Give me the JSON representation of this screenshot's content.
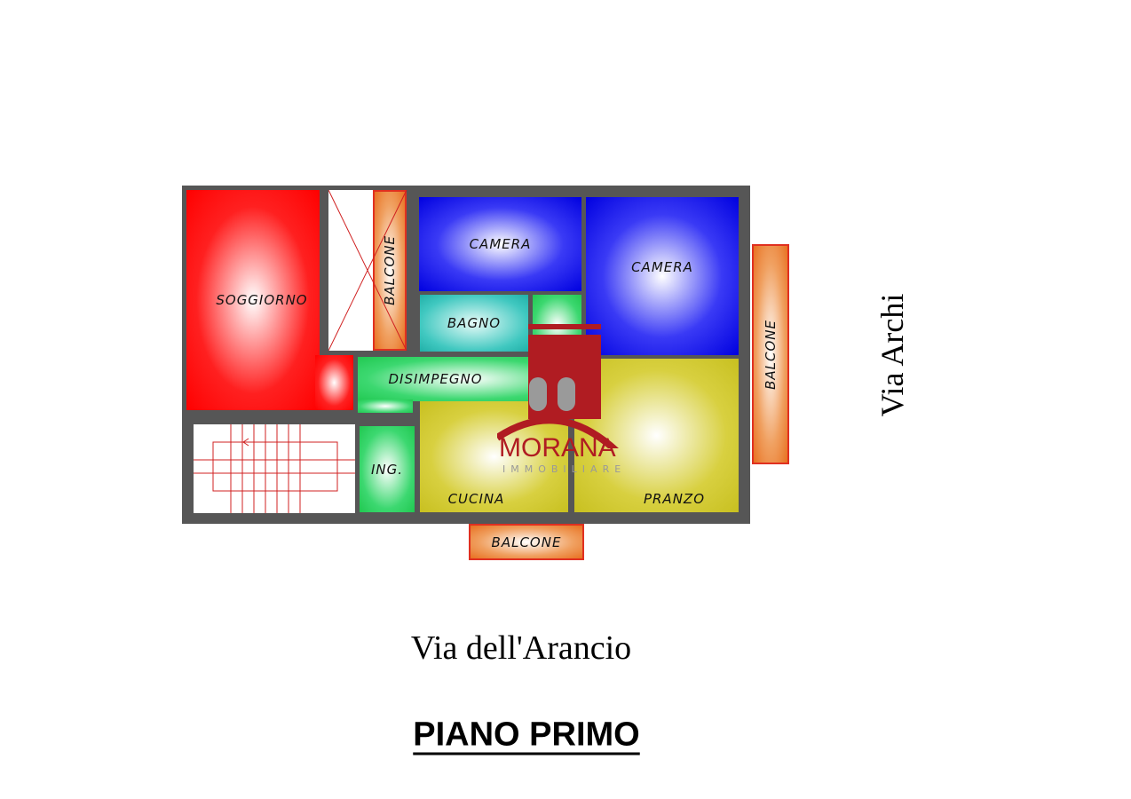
{
  "rooms": {
    "soggiorno": "SOGGIORNO",
    "balcone_left": "BALCONE",
    "camera_1": "CAMERA",
    "camera_2": "CAMERA",
    "bagno": "BAGNO",
    "disimpegno": "DISIMPEGNO",
    "ingresso": "ING.",
    "cucina": "CUCINA",
    "pranzo": "PRANZO",
    "balcone_right": "BALCONE",
    "balcone_bottom": "BALCONE"
  },
  "streets": {
    "east": "Via Archi",
    "south": "Via dell'Arancio"
  },
  "title": "PIANO PRIMO",
  "logo": {
    "name": "MORANA",
    "tagline": "IMMOBILIARE",
    "color": "#b01c22"
  }
}
